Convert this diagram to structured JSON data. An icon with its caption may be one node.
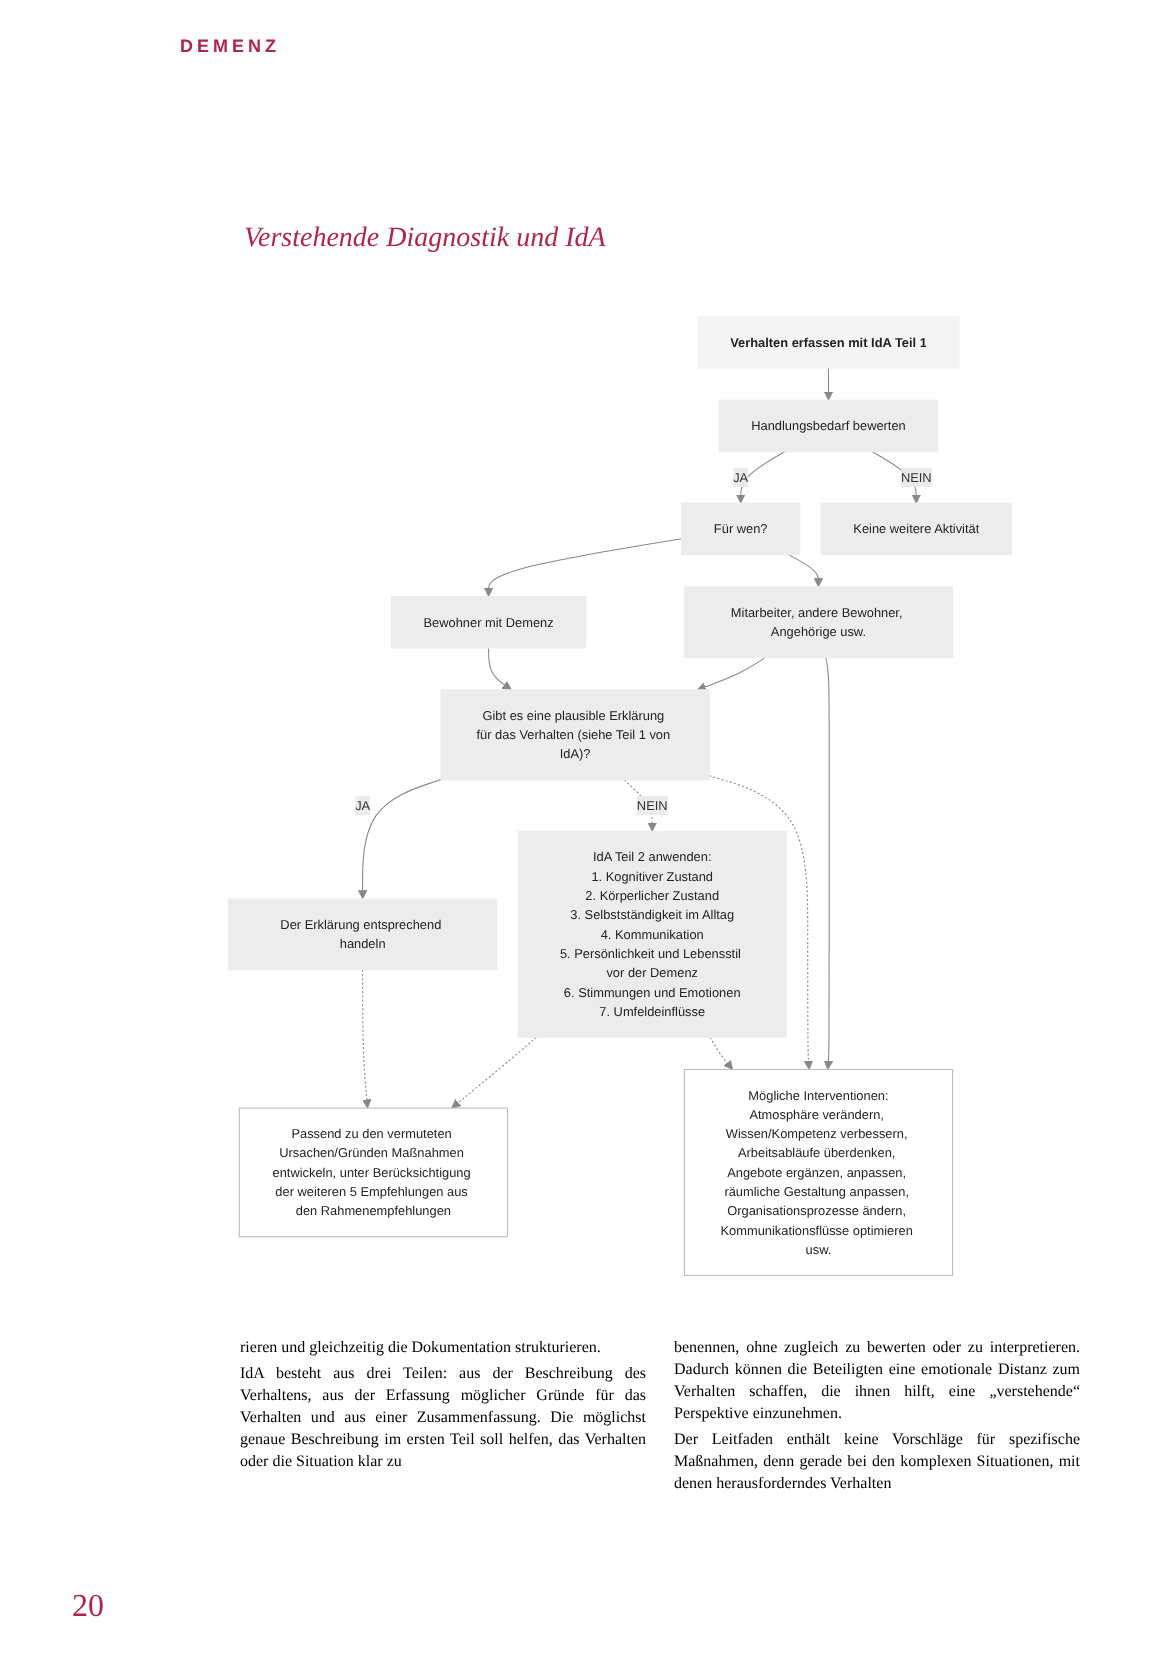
{
  "diagram": {
    "title": "Verstehende Diagnostik und IdA",
    "nodes": [
      {
        "text": [
          "Verhalten erfassen mit IdA Teil 1"
        ]
      },
      {
        "text": [
          "Handlungsbedarf bewerten"
        ]
      },
      {
        "text": [
          "Für wen?"
        ]
      },
      {
        "text": [
          "Keine weitere Aktivität"
        ]
      },
      {
        "text": [
          "Bewohner mit Demenz"
        ]
      },
      {
        "text": [
          "Mitarbeiter, andere Bewohner, Angehörige usw."
        ]
      },
      {
        "text": [
          "Gibt es eine plausible Erklärung für das Verhalten (siehe Teil 1 von IdA)?"
        ]
      },
      {
        "text": [
          "Mögliche Interventionen:",
          "Atmosphäre verändern, Wissen/Kompetenz verbessern, Arbeitsabläufe überdenken, Angebote ergänzen, anpassen, räumliche Gestaltung anpassen, Organisationsprozesse ändern, Kommunikationsflüsse optimieren usw."
        ]
      },
      {
        "text": [
          "Der Erklärung entsprechend handeln"
        ]
      },
      {
        "text": [
          "IdA Teil 2 anwenden:",
          "1. Kognitiver Zustand",
          "2. Körperlicher Zustand",
          "3. Selbstständigkeit im Alltag",
          "4. Kommunikation",
          "5. Persönlichkeit und Lebensstil vor der Demenz",
          "6. Stimmungen und Emotionen",
          "7. Umfeldeinflüsse"
        ]
      },
      {
        "text": [
          "Passend zu den vermuteten Ursachen/Gründen Maßnahmen entwickeln, unter Berücksichtigung der weiteren 5 Empfehlungen aus den Rahmenempfehlungen"
        ]
      }
    ],
    "edges": [
      {
        "from": 0,
        "to": 1,
        "arrow": "to"
      },
      {
        "from": 1,
        "to": 2,
        "arrow": "to",
        "label": "JA"
      },
      {
        "from": 1,
        "to": 3,
        "arrow": "to",
        "label": "NEIN"
      },
      {
        "from": 2,
        "to": 4,
        "arrow": "to"
      },
      {
        "from": 2,
        "to": 5,
        "arrow": "to"
      },
      {
        "from": 4,
        "to": 6,
        "arrow": "to"
      },
      {
        "from": 5,
        "to": 6,
        "arrow": "to"
      },
      {
        "from": 5,
        "to": 7,
        "arrow": "to"
      },
      {
        "from": 6,
        "to": 8,
        "arrow": "to",
        "label": "JA"
      },
      {
        "from": 6,
        "to": 9,
        "arrow": "to",
        "label": "NEIN",
        "style": "dashed"
      },
      {
        "from": 6,
        "to": 7,
        "arrow": "to",
        "style": "dashed"
      },
      {
        "from": 8,
        "to": 10,
        "arrow": "to",
        "style": "dashed"
      },
      {
        "from": 9,
        "to": 10,
        "arrow": "to",
        "style": "dashed"
      },
      {
        "from": 9,
        "to": 7,
        "arrow": "to",
        "style": "dashed"
      }
    ],
    "labels": [
      "DEMENZ",
      "rieren und gleichzeitig die Dokumentation strukturieren.",
      "IdA besteht aus drei Teilen: aus der Beschreibung des Verhaltens, aus der Erfassung möglicher Gründe für das Verhalten und aus einer Zusammenfassung. Die möglichst genaue Beschreibung im ersten Teil soll helfen, das Verhalten oder die Situation klar zu",
      "benennen, ohne zugleich zu bewerten oder zu interpretieren. Dadurch können die Beteiligten eine emotionale Distanz zum Verhalten schaffen, die ihnen hilft, eine „verstehende“ Perspektive einzunehmen.",
      "Der Leitfaden enthält keine Vorschläge für spezifische Maßnahmen, denn gerade bei den komplexen Situationen, mit denen herausforderndes Verhalten",
      "20"
    ]
  }
}
